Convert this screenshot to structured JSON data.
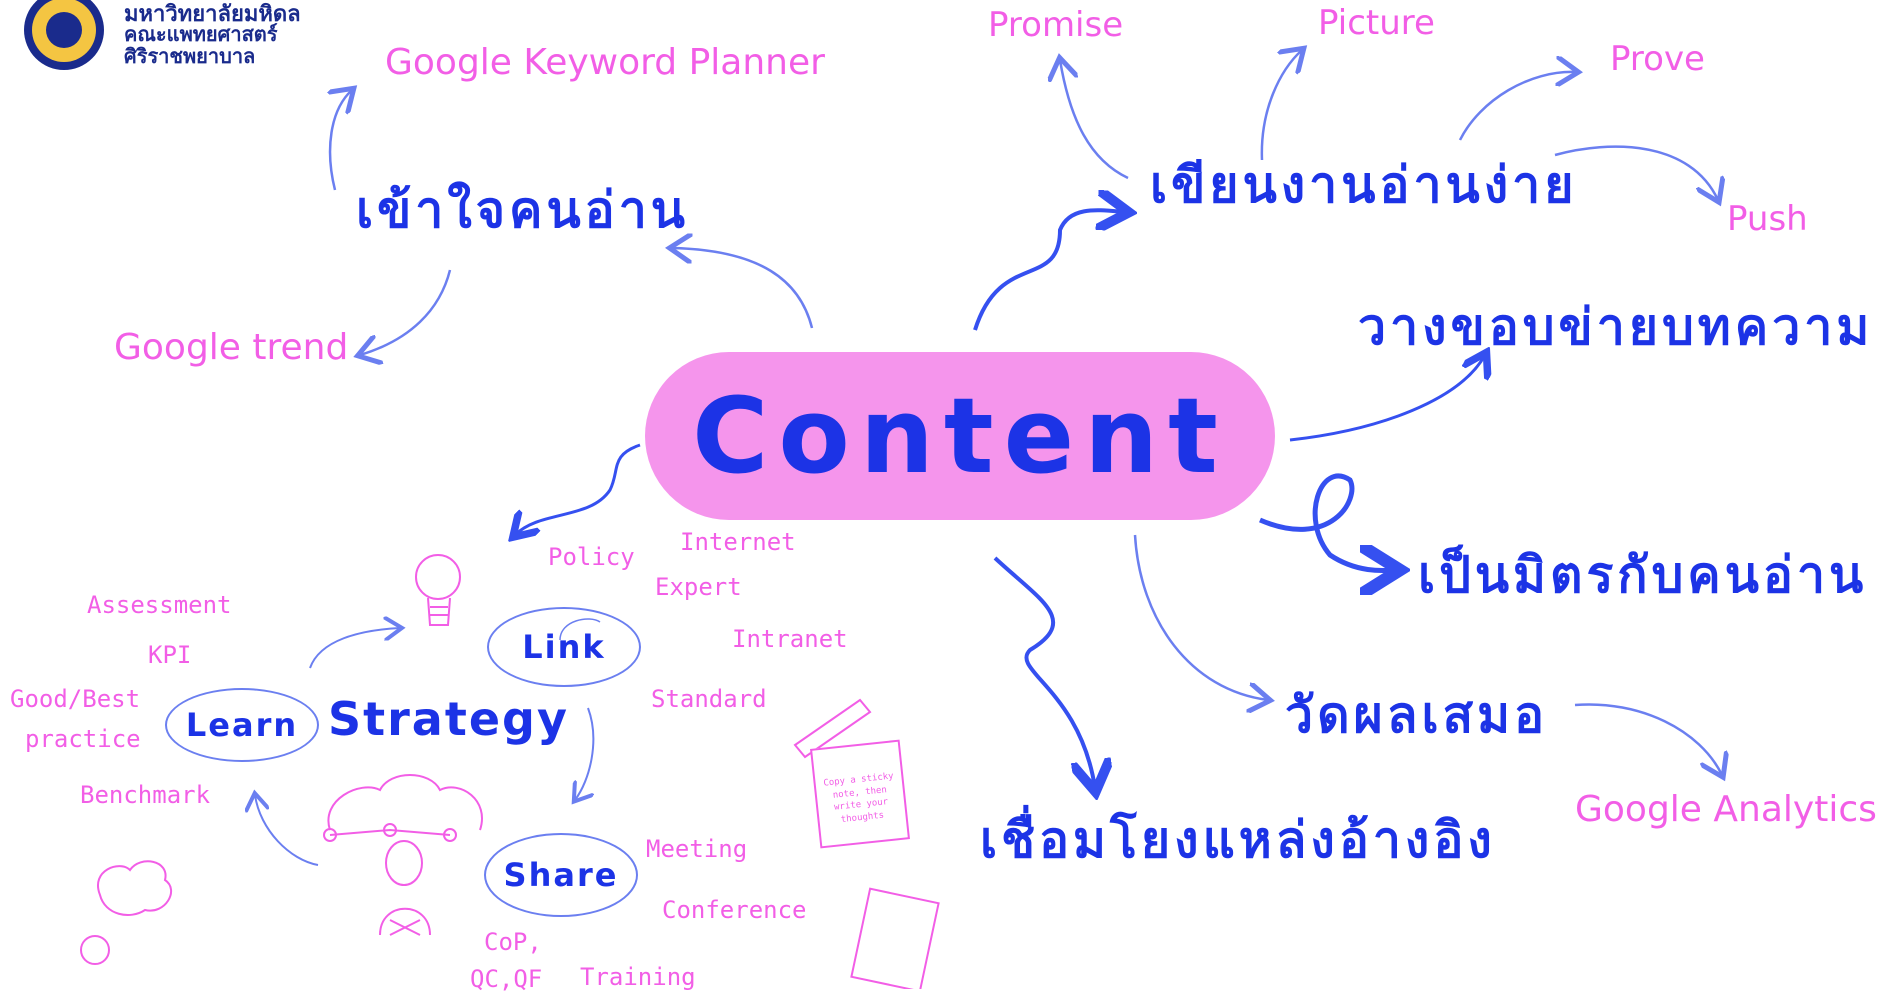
{
  "header": {
    "institution_line1": "มหาวิทยาลัยมหิดล",
    "faculty": "คณะแพทยศาสตร์",
    "hospital": "ศิริราชพยาบาล"
  },
  "center": {
    "label": "Content"
  },
  "branches": {
    "understand_reader": "เข้าใจคนอ่าน",
    "easy_writing": "เขียนงานอ่านง่าย",
    "scope": "วางขอบข่ายบทความ",
    "friend_reader": "เป็นมิตรกับคนอ่าน",
    "measure": "วัดผลเสมอ",
    "link_refs": "เชื่อมโยงแหล่งอ้างอิง"
  },
  "tools": {
    "keyword_planner": "Google Keyword Planner",
    "trend": "Google trend",
    "analytics": "Google Analytics"
  },
  "four_p": [
    "Promise",
    "Picture",
    "Prove",
    "Push"
  ],
  "strategy": {
    "title": "Strategy",
    "learn": "Learn",
    "link": "Link",
    "share": "Share",
    "learn_items": [
      "Assessment",
      "KPI",
      "Good/Best",
      "practice",
      "Benchmark"
    ],
    "link_items": [
      "Policy",
      "Internet",
      "Expert",
      "Intranet",
      "Standard"
    ],
    "share_items": [
      "Meeting",
      "Conference",
      "CoP,",
      "QC,QF",
      "Training"
    ]
  },
  "sticky_note": "Copy a sticky note, then write your thoughts",
  "colors": {
    "pink": "#f25ee6",
    "blue": "#1c33e6",
    "pill": "#f595ec",
    "arrow": "#6b7ff0"
  }
}
